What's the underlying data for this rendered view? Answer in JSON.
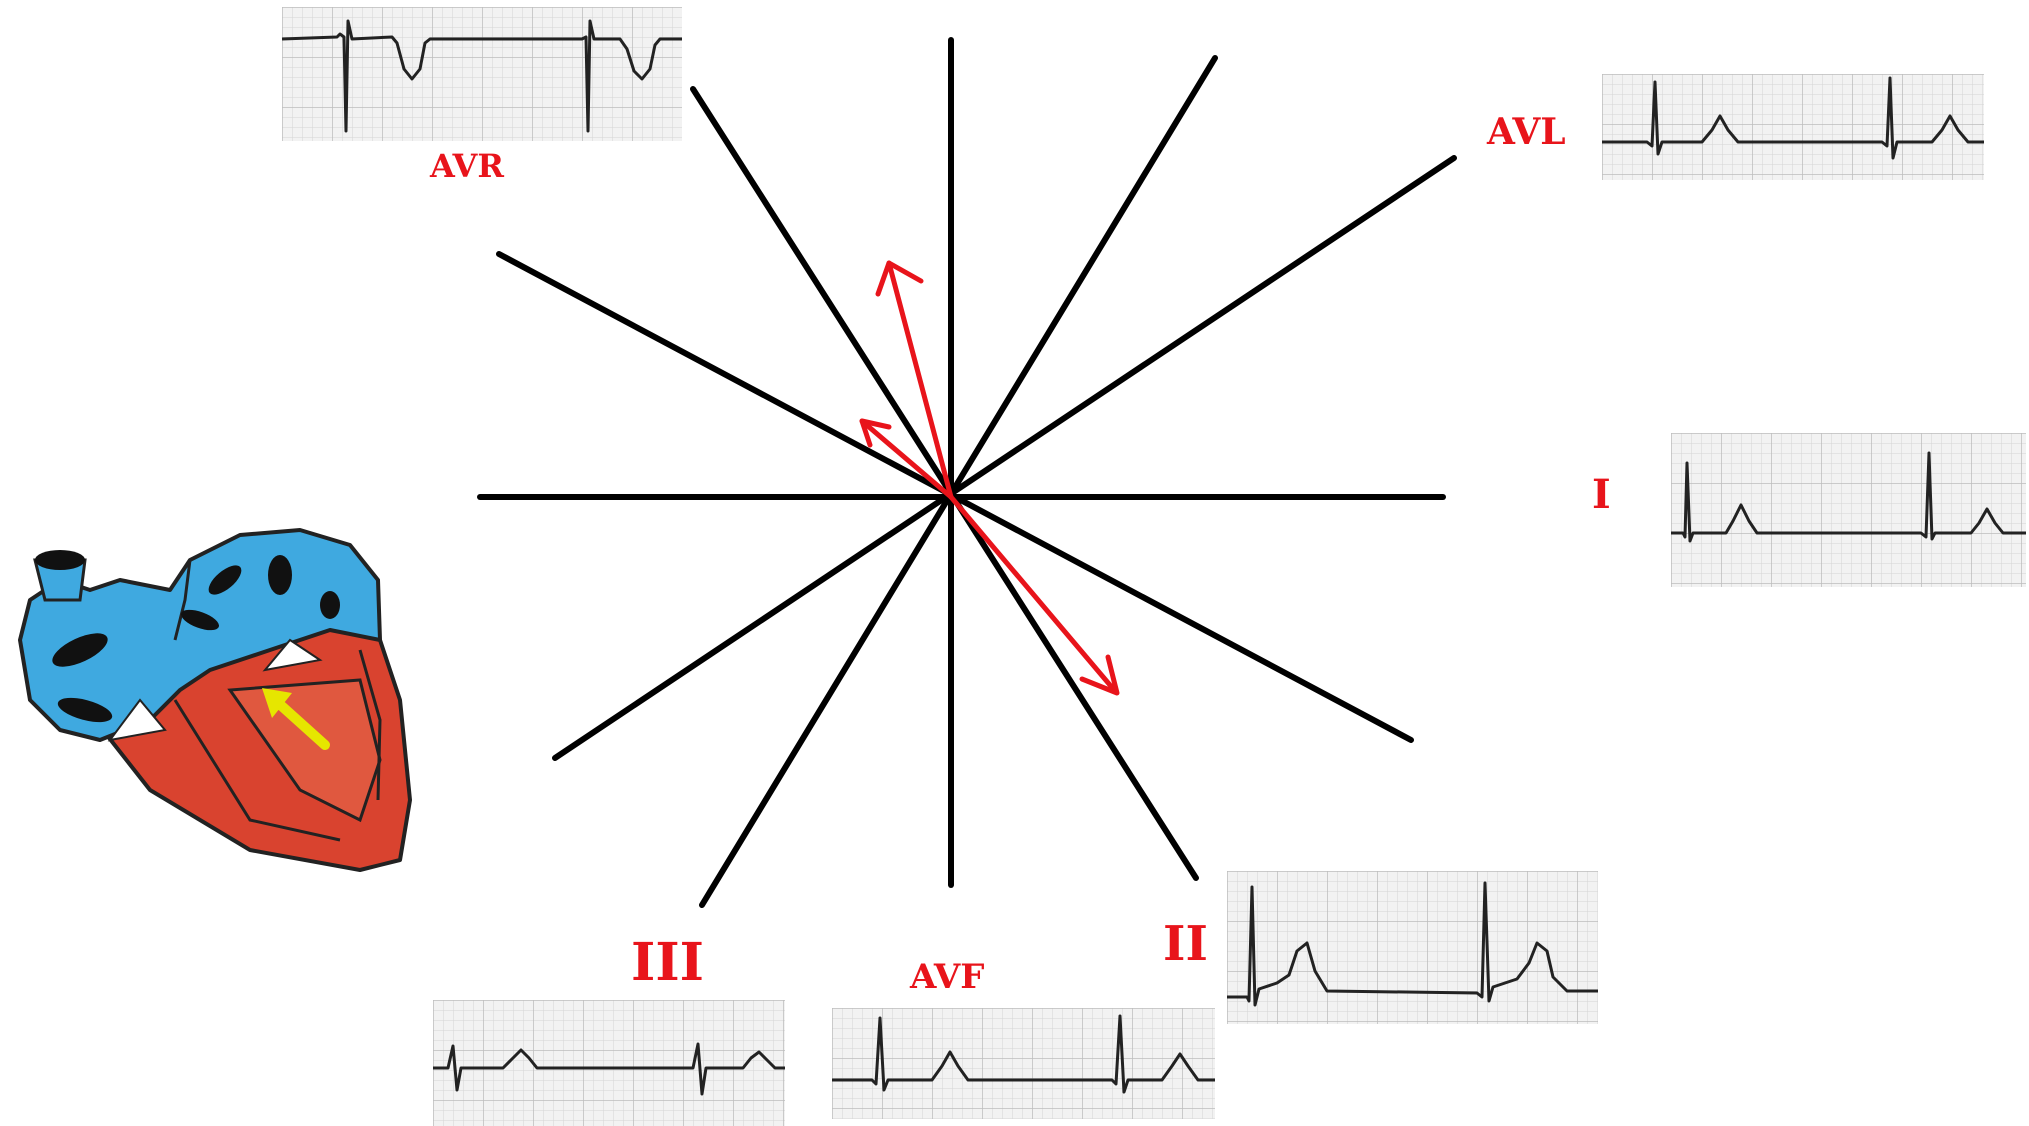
{
  "leads": {
    "avr": "AVR",
    "avl": "AVL",
    "i": "I",
    "ii": "II",
    "iii": "III",
    "avf": "AVF"
  },
  "colors": {
    "axis_lines": "#000000",
    "vectors": "#e8141b",
    "labels": "#e8141b",
    "ecg_paper": "#f2f2f2",
    "ecg_grid": "#c9c9c9",
    "ecg_trace": "#222222",
    "heart_atria": "#3fa9e0",
    "heart_ventricles": "#d9432f",
    "heart_arrow": "#e6e600"
  },
  "icons": {
    "heart": "heart-cross-section-icon"
  }
}
